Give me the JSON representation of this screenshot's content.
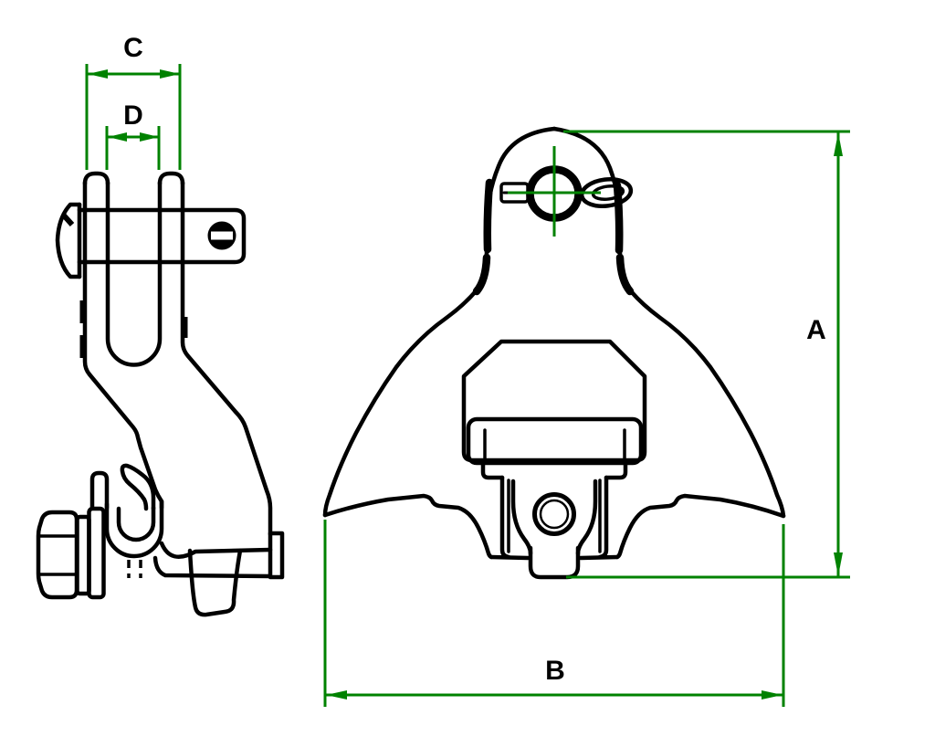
{
  "drawing": {
    "colors": {
      "outline": "#000000",
      "dimension_lines": "#008200",
      "background": "#ffffff"
    },
    "dimension_labels": {
      "A": "A",
      "B": "B",
      "C": "C",
      "D": "D"
    }
  }
}
